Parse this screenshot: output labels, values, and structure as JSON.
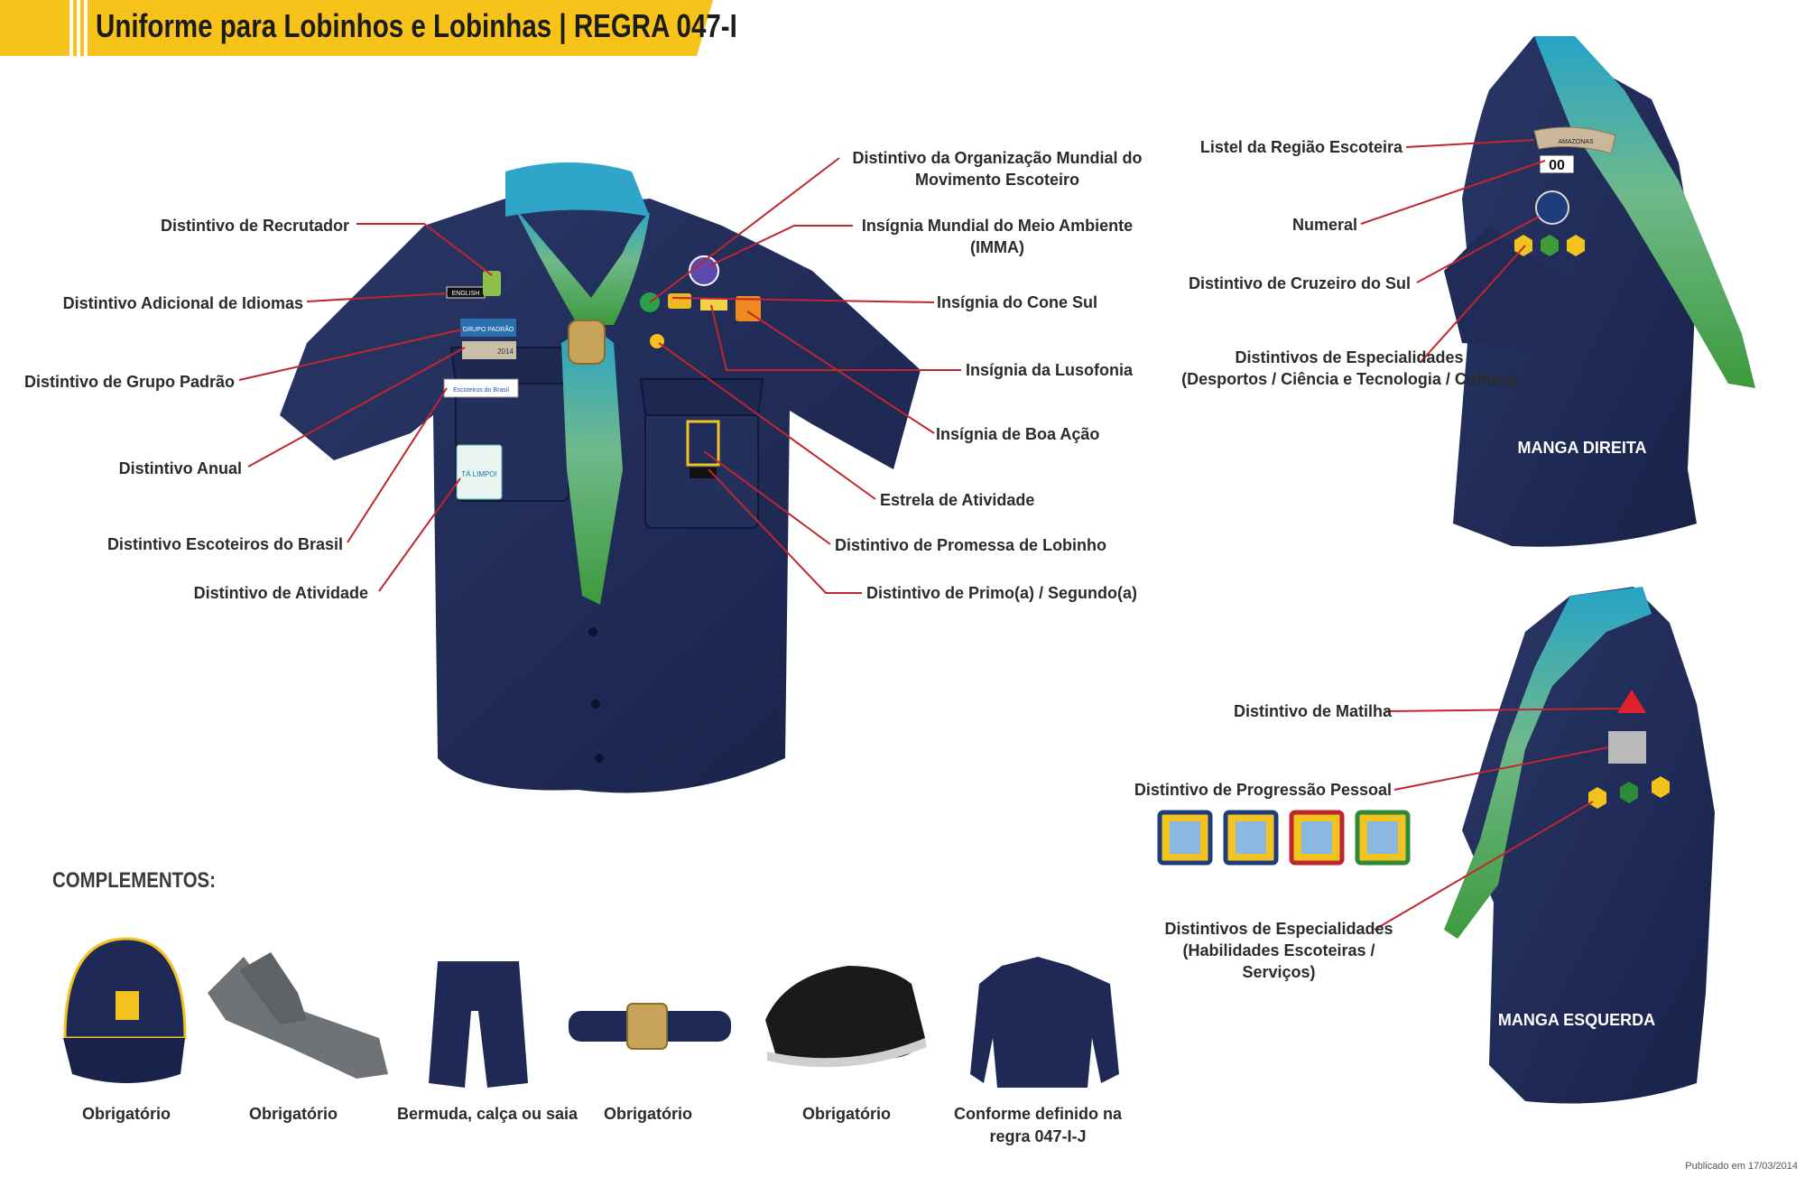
{
  "header": {
    "title": "Uniforme para Lobinhos e Lobinhas | REGRA 047-I"
  },
  "left_labels": [
    "Distintivo de Recrutador",
    "Distintivo Adicional de Idiomas",
    "Distintivo de Grupo Padrão",
    "Distintivo Anual",
    "Distintivo Escoteiros do Brasil",
    "Distintivo de Atividade"
  ],
  "right_labels": {
    "oms": [
      "Distintivo da Organização Mundial do",
      "Movimento Escoteiro"
    ],
    "imma": [
      "Insígnia Mundial do Meio Ambiente",
      "(IMMA)"
    ],
    "cone_sul": "Insígnia do Cone Sul",
    "lusofonia": "Insígnia da Lusofonia",
    "boa_acao": "Insígnia de Boa Ação",
    "estrela": "Estrela de Atividade",
    "promessa": "Distintivo de Promessa de Lobinho",
    "primo": "Distintivo de Primo(a) / Segundo(a)"
  },
  "right_sleeve": {
    "title": "MANGA DIREITA",
    "listel": "Listel da Região Escoteira",
    "listel_text": "AMAZONAS",
    "numeral": "Numeral",
    "numeral_text": "00",
    "cruzeiro": "Distintivo de Cruzeiro do Sul",
    "especialidades": [
      "Distintivos de Especialidades",
      "(Desportos / Ciência e Tecnologia / Cultura)"
    ]
  },
  "left_sleeve": {
    "title": "MANGA ESQUERDA",
    "matilha": "Distintivo de Matilha",
    "progressao": "Distintivo de Progressão Pessoal",
    "especialidades": [
      "Distintivos de Especialidades",
      "(Habilidades Escoteiras / Serviços)"
    ]
  },
  "complementos": {
    "title": "COMPLEMENTOS:",
    "items": [
      "Obrigatório",
      "Obrigatório",
      "Bermuda, calça ou saia",
      "Obrigatório",
      "Obrigatório",
      [
        "Conforme definido na",
        "regra 047-I-J"
      ]
    ]
  },
  "badges": {
    "english": "ENGLISH",
    "grupo": "GRUPO PADRÃO",
    "anual": "2014",
    "ebrasil": "Escoteiros do Brasil",
    "atividade": "TÁ LIMPO!"
  },
  "footer": {
    "published": "Publicado em 17/03/2014"
  },
  "colors": {
    "banner": "#f7c31a",
    "leader_line": "#c0262d",
    "uniform": "#1e2a55",
    "scarf_blue": "#27a3c8",
    "scarf_green": "#8cbd3f"
  }
}
